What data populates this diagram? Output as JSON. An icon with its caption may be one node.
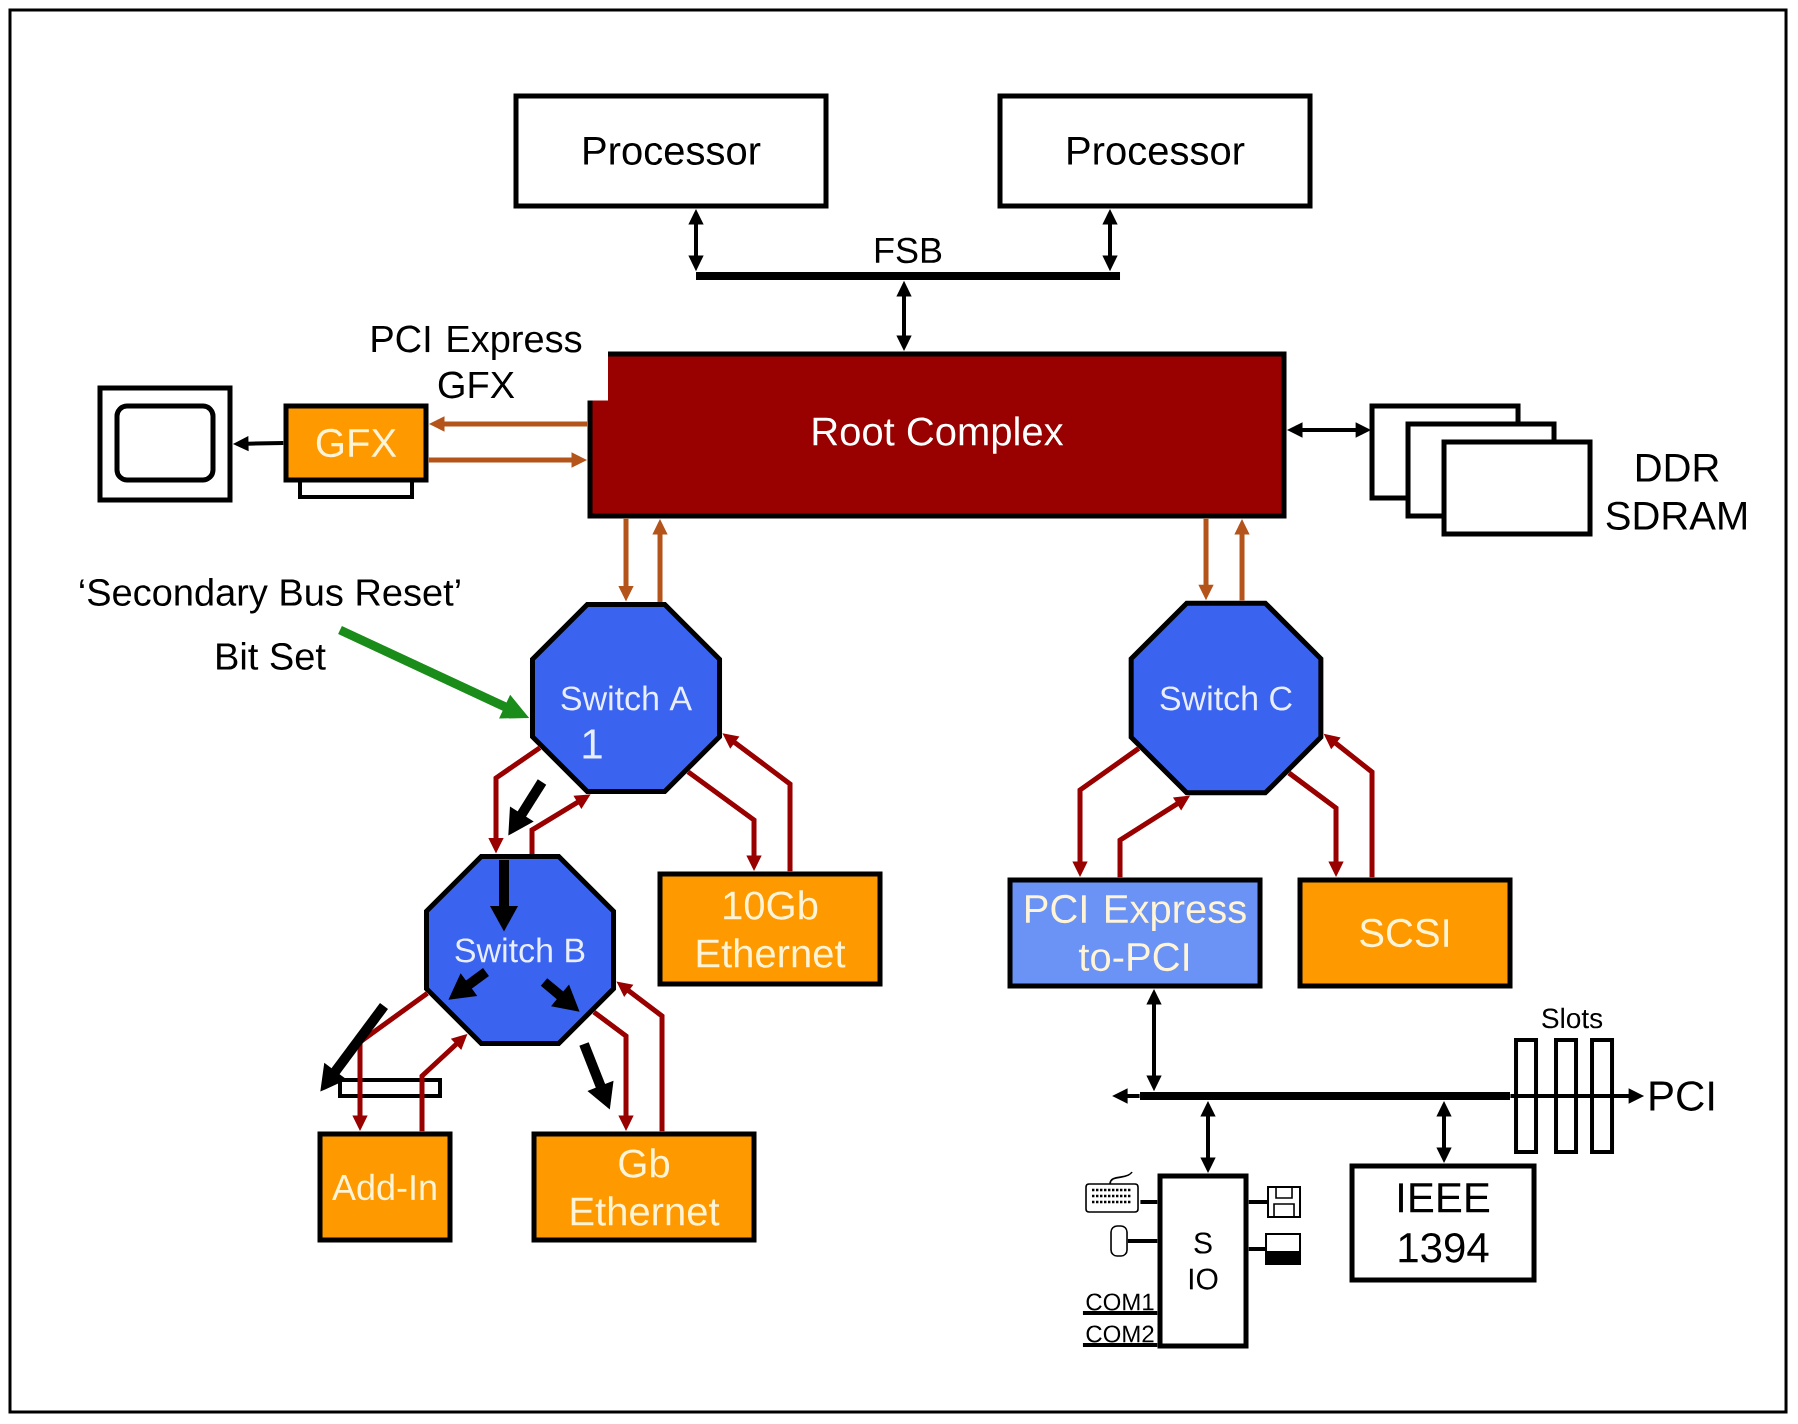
{
  "diagram": {
    "nodes": [
      {
        "text": [
          "Processor"
        ]
      },
      {
        "text": [
          "Processor"
        ]
      },
      {
        "text": [
          "FSB"
        ]
      },
      {
        "text": [
          "Root Complex"
        ]
      },
      {
        "text": [
          "GFX"
        ]
      },
      {
        "text": [],
        "shape": "monitor"
      },
      {
        "text": [
          "DDR SDRAM"
        ]
      },
      {
        "text": [
          "Switch A",
          "1"
        ]
      },
      {
        "text": [
          "Switch C"
        ]
      },
      {
        "text": [
          "Switch B"
        ]
      },
      {
        "text": [
          "10Gb Ethernet"
        ]
      },
      {
        "text": [
          "PCI Express to-PCI"
        ]
      },
      {
        "text": [
          "SCSI"
        ]
      },
      {
        "text": [
          "Add-In"
        ]
      },
      {
        "text": [
          "Gb Ethernet"
        ]
      },
      {
        "text": [
          "‘Secondary Bus Reset’ Bit Set"
        ]
      },
      {
        "text": [],
        "shape": "bar"
      },
      {
        "text": [
          "PCI"
        ]
      },
      {
        "text": [
          "S IO"
        ]
      },
      {
        "text": [
          "IEEE 1394"
        ]
      },
      {
        "text": [],
        "shape": "keyboard"
      },
      {
        "text": [],
        "shape": "mouse"
      },
      {
        "text": [],
        "shape": "disk"
      },
      {
        "text": [],
        "shape": "printer"
      },
      {
        "text": [
          "COM1"
        ]
      },
      {
        "text": [
          "COM2"
        ]
      }
    ],
    "edges": [
      {
        "from": 0,
        "to": 2,
        "arrow": "both"
      },
      {
        "from": 1,
        "to": 2,
        "arrow": "both"
      },
      {
        "from": 3,
        "to": 2,
        "arrow": "both"
      },
      {
        "from": 3,
        "to": 4,
        "arrow": "to",
        "color": "#b4541a",
        "label": "PCI Express GFX"
      },
      {
        "from": 4,
        "to": 3,
        "arrow": "to",
        "color": "#b4541a"
      },
      {
        "from": 4,
        "to": 5,
        "arrow": "to"
      },
      {
        "from": 3,
        "to": 6,
        "arrow": "both"
      },
      {
        "from": 3,
        "to": 7,
        "arrow": "to",
        "color": "#b4541a"
      },
      {
        "from": 7,
        "to": 3,
        "arrow": "to",
        "color": "#b4541a"
      },
      {
        "from": 3,
        "to": 8,
        "arrow": "to",
        "color": "#b4541a"
      },
      {
        "from": 8,
        "to": 3,
        "arrow": "to",
        "color": "#b4541a"
      },
      {
        "from": 7,
        "to": 9,
        "arrow": "to",
        "color": "#990000"
      },
      {
        "from": 9,
        "to": 7,
        "arrow": "to",
        "color": "#990000"
      },
      {
        "from": 7,
        "to": 10,
        "arrow": "to",
        "color": "#990000"
      },
      {
        "from": 10,
        "to": 7,
        "arrow": "to",
        "color": "#990000"
      },
      {
        "from": 8,
        "to": 11,
        "arrow": "to",
        "color": "#990000"
      },
      {
        "from": 11,
        "to": 8,
        "arrow": "to",
        "color": "#990000"
      },
      {
        "from": 8,
        "to": 12,
        "arrow": "to",
        "color": "#990000"
      },
      {
        "from": 12,
        "to": 8,
        "arrow": "to",
        "color": "#990000"
      },
      {
        "from": 9,
        "to": 13,
        "arrow": "to",
        "color": "#990000"
      },
      {
        "from": 13,
        "to": 9,
        "arrow": "to",
        "color": "#990000"
      },
      {
        "from": 9,
        "to": 14,
        "arrow": "to",
        "color": "#990000"
      },
      {
        "from": 14,
        "to": 9,
        "arrow": "to",
        "color": "#990000"
      },
      {
        "from": 15,
        "to": 7,
        "arrow": "to",
        "style": "thick",
        "color": "#1a8c1a"
      },
      {
        "from": 11,
        "to": 16,
        "arrow": "both"
      },
      {
        "from": 16,
        "to": 18,
        "arrow": "both"
      },
      {
        "from": 16,
        "to": 19,
        "arrow": "both"
      },
      {
        "from": 16,
        "to": 17,
        "arrow": "to"
      },
      {
        "from": 16,
        "to": null,
        "arrow": "to"
      },
      {
        "from": 20,
        "to": 18,
        "arrow": "none"
      },
      {
        "from": 21,
        "to": 18,
        "arrow": "none"
      },
      {
        "from": 18,
        "to": 22,
        "arrow": "none"
      },
      {
        "from": 18,
        "to": 23,
        "arrow": "none"
      },
      {
        "from": 24,
        "to": 18,
        "arrow": "none"
      },
      {
        "from": 25,
        "to": 18,
        "arrow": "none"
      }
    ],
    "labels": [
      "Slots"
    ]
  }
}
